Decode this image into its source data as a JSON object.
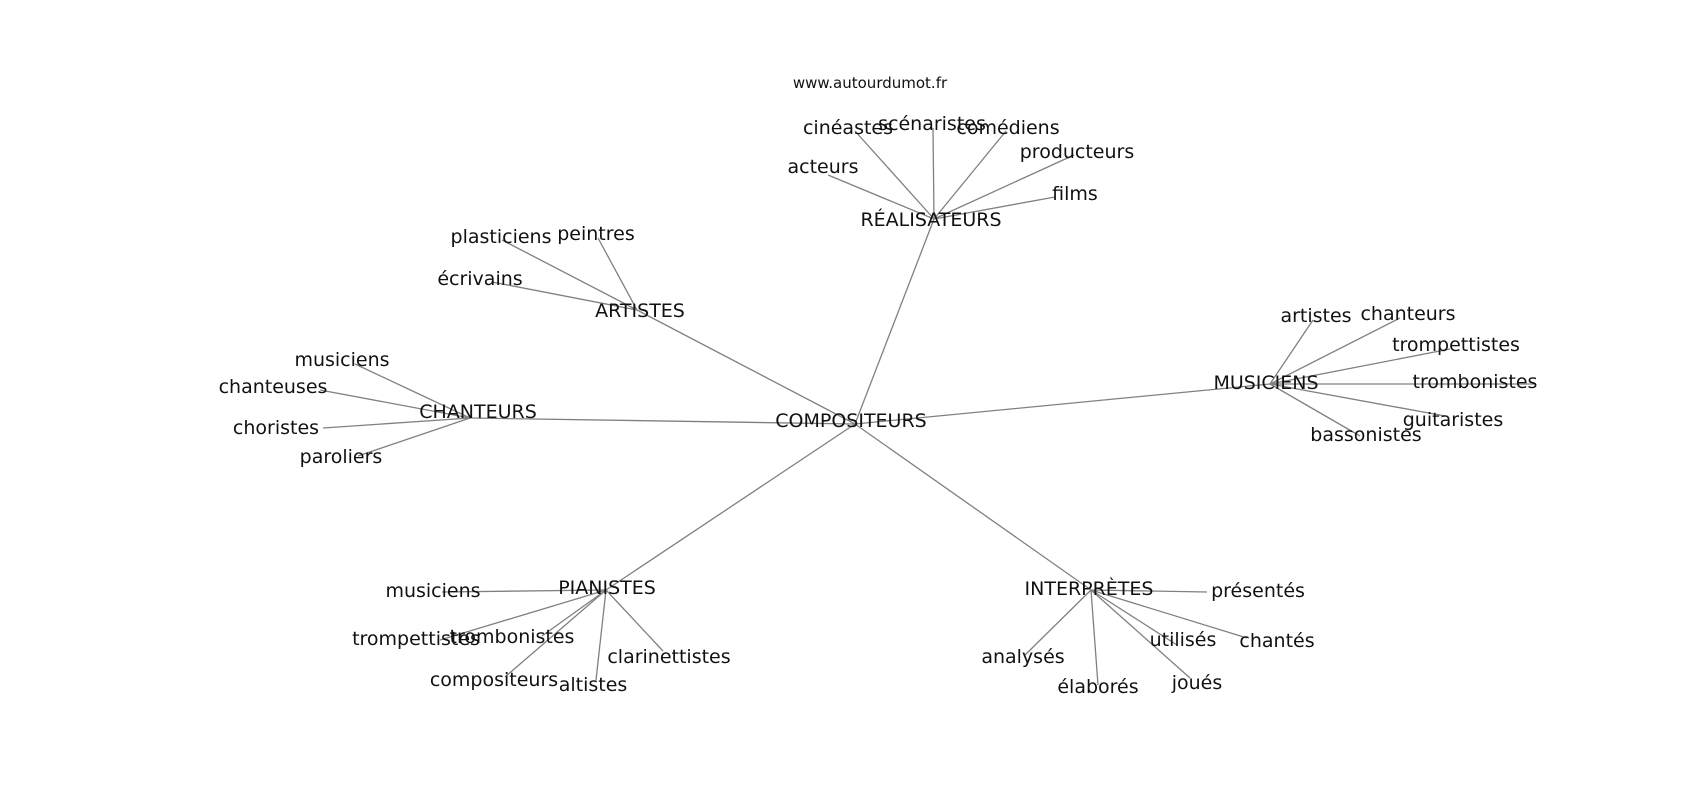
{
  "source": "www.autourdumot.fr",
  "graph": {
    "center": "COMPOSITEURS",
    "clusters": [
      {
        "hub": "RÉALISATEURS",
        "leaves": [
          "cinéastes",
          "scénaristes",
          "comédiens",
          "producteurs",
          "acteurs",
          "films"
        ]
      },
      {
        "hub": "ARTISTES",
        "leaves": [
          "plasticiens",
          "peintres",
          "écrivains"
        ]
      },
      {
        "hub": "CHANTEURS",
        "leaves": [
          "musiciens",
          "chanteuses",
          "choristes",
          "paroliers"
        ]
      },
      {
        "hub": "MUSICIENS",
        "leaves": [
          "artistes",
          "chanteurs",
          "trompettistes",
          "trombonistes",
          "guitaristes",
          "bassonistes"
        ]
      },
      {
        "hub": "PIANISTES",
        "leaves": [
          "musiciens",
          "trompettistes",
          "trombonistes",
          "clarinettistes",
          "compositeurs",
          "altistes"
        ]
      },
      {
        "hub": "INTERPRÈTES",
        "leaves": [
          "présentés",
          "analysés",
          "utilisés",
          "chantés",
          "élaborés",
          "joués"
        ]
      }
    ]
  }
}
